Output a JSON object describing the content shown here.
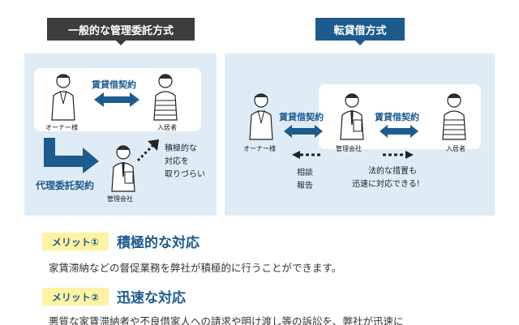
{
  "tabs": {
    "general": "一般的な管理委託方式",
    "sublease": "転貸借方式"
  },
  "left_panel": {
    "lease_contract": "賃貸借契約",
    "owner": "オーナー様",
    "tenant": "入居者",
    "management": "管理会社",
    "agency_contract": "代理委託契約",
    "note_lines": [
      "積極的な",
      "対応を",
      "取りづらい"
    ]
  },
  "right_panel": {
    "owner": "オーナー様",
    "management": "管理会社",
    "tenant": "入居者",
    "lease_contract_1": "賃貸借契約",
    "lease_contract_2": "賃貸借契約",
    "report_lines": [
      "相談",
      "報告"
    ],
    "note_lines": [
      "法的な措置も",
      "迅速に対応できる!"
    ]
  },
  "merits": [
    {
      "badge": "メリット①",
      "title": "積極的な対応",
      "text": "家賃滞納などの督促業務を弊社が積極的に行うことができます。"
    },
    {
      "badge": "メリット②",
      "title": "迅速な対応",
      "text": "悪質な家賃滞納者や不良借家人への請求や明け渡し等の訴訟を、弊社が迅速に"
    }
  ],
  "colors": {
    "accent": "#1d5b8e",
    "panel_bg": "#dfecf6",
    "badge_bg": "#fdf3a3",
    "dark_tab": "#3d3d3d"
  }
}
